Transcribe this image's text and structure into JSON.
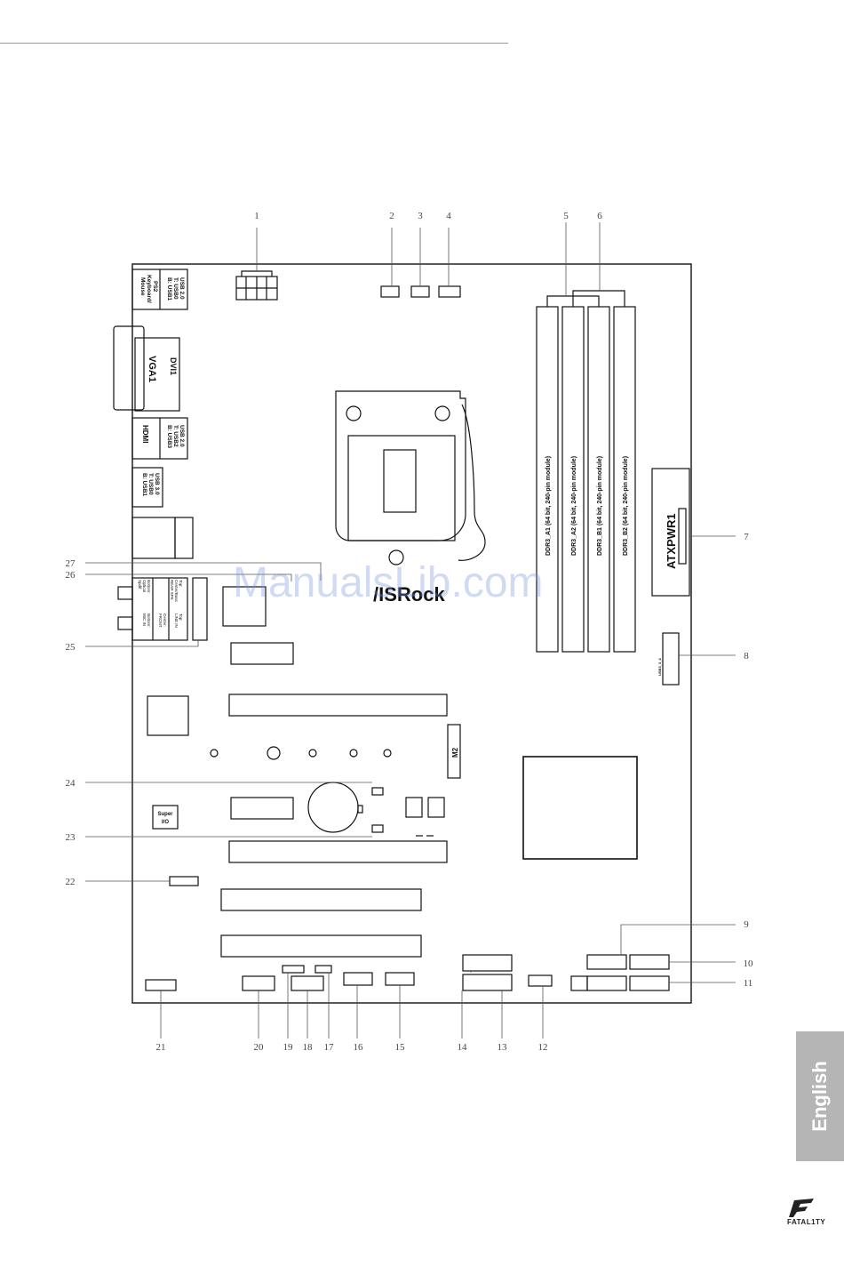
{
  "callouts": {
    "c1": "1",
    "c2": "2",
    "c3": "3",
    "c4": "4",
    "c5": "5",
    "c6": "6",
    "c7": "7",
    "c8": "8",
    "c9": "9",
    "c10": "10",
    "c11": "11",
    "c12": "12",
    "c13": "13",
    "c14": "14",
    "c15": "15",
    "c16": "16",
    "c17": "17",
    "c18": "18",
    "c19": "19",
    "c20": "20",
    "c21": "21",
    "c22": "22",
    "c23": "23",
    "c24": "24",
    "c25": "25",
    "c26": "26",
    "c27": "27"
  },
  "labels": {
    "usb20_top": "USB 2.0",
    "usb20_top_l1": "T: USB0",
    "usb20_top_l2": "B: USB1",
    "ps2": "PS2",
    "ps2_l2": "Keyboard/",
    "ps2_l3": "Mouse",
    "vga": "VGA1",
    "dvi": "DVI1",
    "hdmi": "HDMI",
    "usb20_mid": "USB 2.0",
    "usb20_mid_l1": "T: USB2",
    "usb20_mid_l2": "B: USB3",
    "usb30": "USB 3.0",
    "usb30_l1": "T: USB0",
    "usb30_l2": "B: USB1",
    "audio_1": "Top:",
    "audio_2": "Center/Bass",
    "audio_3": "Bottom:",
    "audio_4": "Optical",
    "audio_5": "Spdif",
    "audio_6": "Top:",
    "audio_7": "LINE IN",
    "audio_8": "Center:",
    "audio_9": "FRONT",
    "audio_10": "Bottom:",
    "audio_11": "MIC IN",
    "audio_12": "REAR SPK",
    "ddr_a1": "DDR3_A1 (64 bit, 240-pin module)",
    "ddr_a2": "DDR3_A2 (64 bit, 240-pin module)",
    "ddr_b1": "DDR3_B1 (64 bit, 240-pin module)",
    "ddr_b2": "DDR3_B2 (64 bit, 240-pin module)",
    "atxpwr": "ATXPWR1",
    "usb33": "USB3_3_4",
    "m2": "M2",
    "superio1": "Super",
    "superio2": "I/O",
    "logo": "/ISRock"
  },
  "watermark": "ManualsLib.com",
  "side_tab": "English",
  "brand": "FATAL1TY"
}
